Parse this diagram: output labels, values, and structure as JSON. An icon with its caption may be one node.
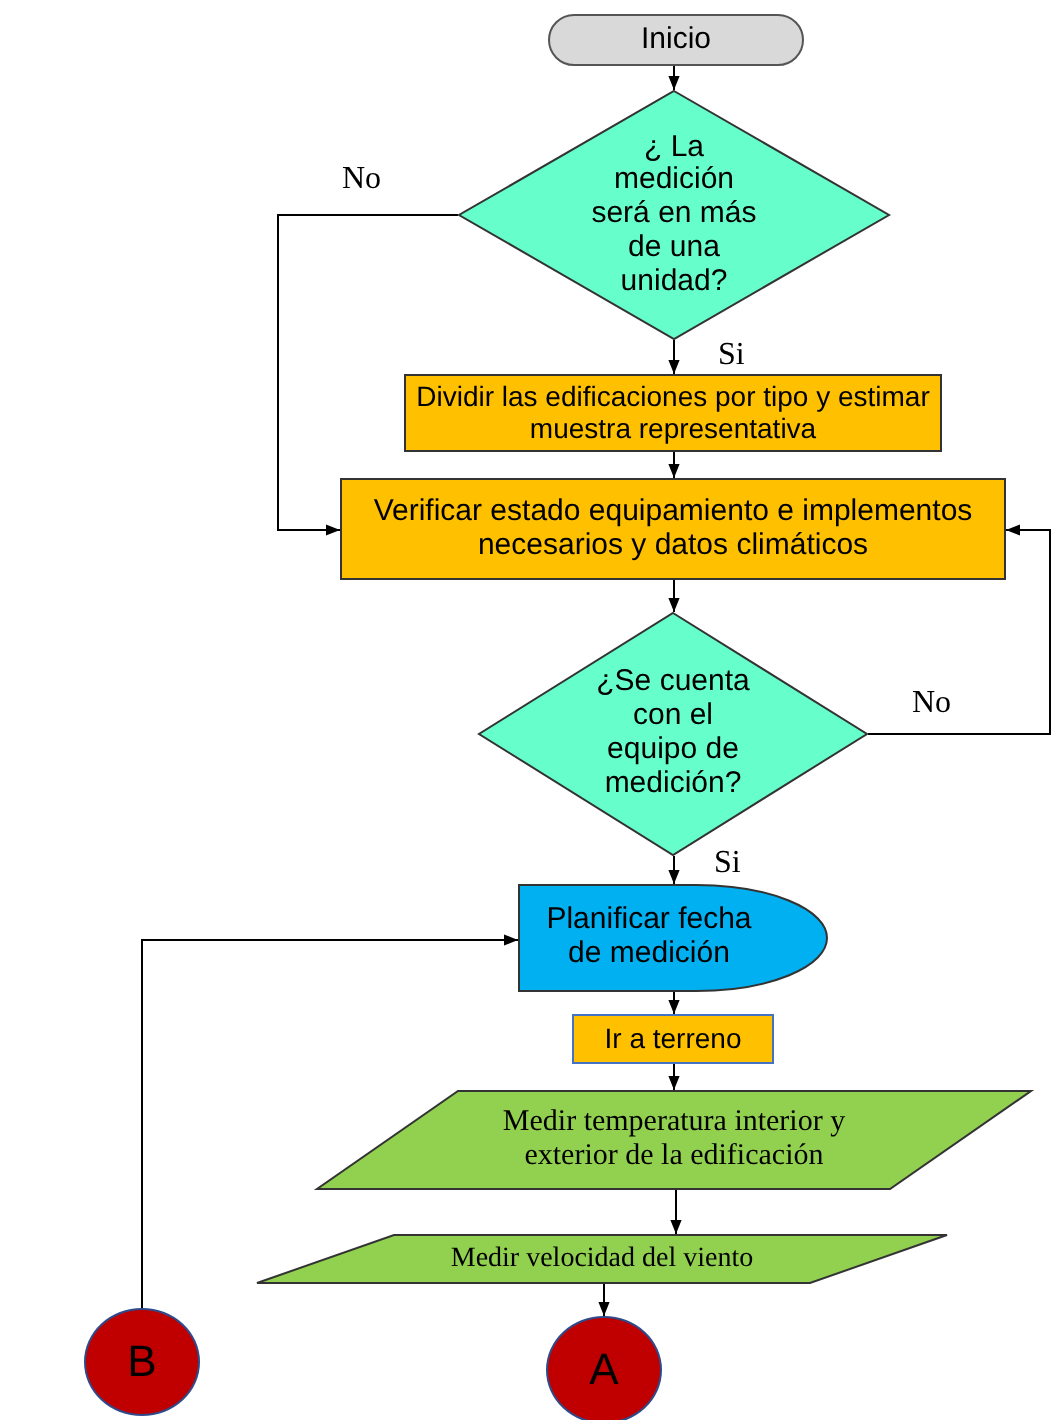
{
  "diagram": {
    "nodes": [
      {
        "text": [
          "Inicio"
        ]
      },
      {
        "text": [
          "¿ La medición será en más de una unidad?"
        ]
      },
      {
        "text": [
          "Dividir las edificaciones por tipo y estimar muestra representativa"
        ]
      },
      {
        "text": [
          "Verificar estado equipamiento e implementos necesarios y datos climáticos"
        ]
      },
      {
        "text": [
          "¿Se cuenta con el equipo de medición?"
        ]
      },
      {
        "text": [
          "Planificar fecha de medición"
        ]
      },
      {
        "text": [
          "Ir a terreno"
        ]
      },
      {
        "text": [
          "Medir temperatura interior y exterior de la edificación"
        ]
      },
      {
        "text": [
          "Medir velocidad del viento"
        ]
      },
      {
        "text": [
          "B"
        ]
      },
      {
        "text": [
          "A"
        ]
      }
    ],
    "edges": [
      {
        "from": 0,
        "to": 1,
        "arrow": "to"
      },
      {
        "from": 1,
        "to": 2,
        "arrow": "to",
        "label": "Si"
      },
      {
        "from": 1,
        "to": 3,
        "arrow": "to",
        "label": "No"
      },
      {
        "from": 2,
        "to": 3,
        "arrow": "to"
      },
      {
        "from": 3,
        "to": 4,
        "arrow": "to"
      },
      {
        "from": 4,
        "to": 5,
        "arrow": "to",
        "label": "Si"
      },
      {
        "from": 4,
        "to": 3,
        "arrow": "to",
        "label": "No"
      },
      {
        "from": 5,
        "to": 6,
        "arrow": "to"
      },
      {
        "from": 6,
        "to": 7,
        "arrow": "to"
      },
      {
        "from": 7,
        "to": 8,
        "arrow": "to"
      },
      {
        "from": 8,
        "to": 10,
        "arrow": "to"
      },
      {
        "from": 9,
        "to": 5,
        "arrow": "to"
      }
    ]
  }
}
